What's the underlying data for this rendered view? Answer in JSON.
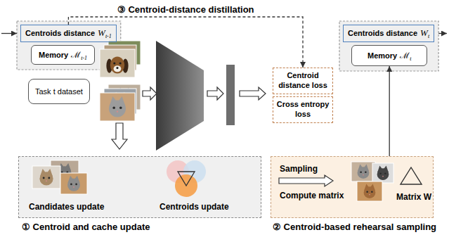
{
  "diagram": {
    "nodes": [
      {
        "text": [
          "Centroids distance",
          "W",
          "t-1"
        ]
      },
      {
        "text": [
          "Memory",
          "ℳ",
          "t-1"
        ]
      },
      {
        "text": [
          "Task t dataset"
        ]
      },
      {
        "text": [
          "Centroid distance loss"
        ]
      },
      {
        "text": [
          "Cross entropy loss"
        ]
      },
      {
        "text": [
          "Centroids distance",
          "W",
          "t"
        ]
      },
      {
        "text": [
          "Memory",
          "ℳ",
          "t"
        ]
      },
      {
        "text": [
          "① Centroid and cache update",
          "Candidates update",
          "Centroids update"
        ]
      },
      {
        "text": [
          "② Centroid-based rehearsal sampling",
          "Sampling",
          "Compute matrix",
          "Matrix W"
        ]
      }
    ],
    "edges": [
      {
        "from": 0,
        "to": 3,
        "arrow": "to",
        "label": "③ Centroid-distance distillation"
      },
      {
        "from": 8,
        "to": 6,
        "arrow": "to"
      }
    ]
  }
}
